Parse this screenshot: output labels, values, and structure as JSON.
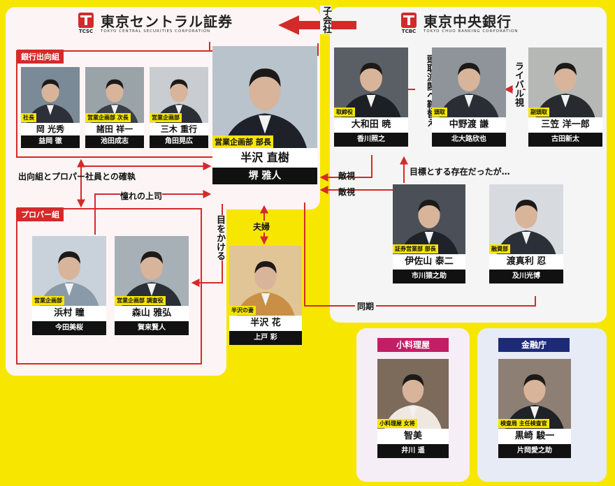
{
  "colors": {
    "background": "#f7e600",
    "accent_red": "#d42a2a",
    "panel": "#fdf5f5",
    "panel_gray": "#f5f5f5",
    "tag_magenta": "#c21e66",
    "tag_navy": "#1d2a78"
  },
  "companies": {
    "securities": {
      "name": "東京セントラル証券",
      "abbr": "TCSC",
      "en": "TOKYO CENTRAL SECURITIES CORPORATION",
      "icon": "tcsc-logo-icon"
    },
    "bank": {
      "name": "東京中央銀行",
      "abbr": "TCBC",
      "en": "TOKYO CHUO BANKING CORPORATION",
      "icon": "tcbc-logo-icon"
    }
  },
  "groups": {
    "bank_seconded": "銀行出向組",
    "proper": "プロパー組",
    "koryoriya": "小料理屋",
    "fsa": "金融庁"
  },
  "relations": {
    "subsidiary": "子会社",
    "conflict_groups": "出向組とプロパー社員との確執",
    "admired_boss": "憧れの上司",
    "favored": "目をかける",
    "married": "夫婦",
    "hostile1": "敵視",
    "hostile2": "敵視",
    "president_faction": "頭取派閥へ鞍替え",
    "rival": "ライバル視",
    "target": "目標とする存在だったが…",
    "classmates": "同期"
  },
  "people": {
    "oka": {
      "role": "社長",
      "name": "岡 光秀",
      "actor": "益岡 徹"
    },
    "moroda": {
      "role": "営業企画部 次長",
      "name": "諸田 祥一",
      "actor": "池田成志"
    },
    "miki": {
      "role": "営業企画部",
      "name": "三木 重行",
      "actor": "角田晃広"
    },
    "hanzawa": {
      "role": "営業企画部 部長",
      "name": "半沢 直樹",
      "actor": "堺 雅人"
    },
    "owada": {
      "role": "取締役",
      "name": "大和田 暁",
      "actor": "香川照之"
    },
    "nakanowatari": {
      "role": "頭取",
      "name": "中野渡 謙",
      "actor": "北大路欣也"
    },
    "mikasa": {
      "role": "副頭取",
      "name": "三笠 洋一郎",
      "actor": "古田新太"
    },
    "isayama": {
      "role": "証券営業部 部長",
      "name": "伊佐山 泰二",
      "actor": "市川猿之助"
    },
    "tomari": {
      "role": "融資部",
      "name": "渡真利 忍",
      "actor": "及川光博"
    },
    "hamamura": {
      "role": "営業企画部",
      "name": "浜村 瞳",
      "actor": "今田美桜"
    },
    "moriyama": {
      "role": "営業企画部 調査役",
      "name": "森山 雅弘",
      "actor": "賀来賢人"
    },
    "hana": {
      "role": "半沢の妻",
      "name": "半沢 花",
      "actor": "上戸 彩"
    },
    "tomomi": {
      "role": "小料理屋 女将",
      "name": "智美",
      "actor": "井川 遥"
    },
    "kurosaki": {
      "role": "検査局 主任検査官",
      "name": "黒崎 駿一",
      "actor": "片岡愛之助"
    }
  }
}
